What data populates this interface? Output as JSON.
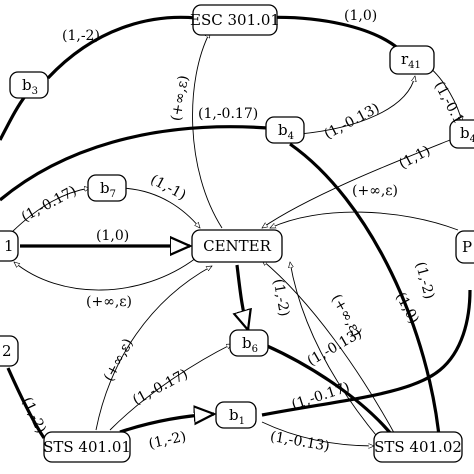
{
  "nodes": {
    "esc30101": "ESC 301.01",
    "b3": {
      "base": "b",
      "sub": "3"
    },
    "r41": {
      "base": "r",
      "sub": "41"
    },
    "b4": {
      "base": "b",
      "sub": "4"
    },
    "b_right_top": {
      "base": "b",
      "sub": "4"
    },
    "b7": {
      "base": "b",
      "sub": "7"
    },
    "left_mid": "1",
    "center": "CENTER",
    "p_right": "P",
    "left_low": "2",
    "b6": {
      "base": "b",
      "sub": "6"
    },
    "b1": {
      "base": "b",
      "sub": "1"
    },
    "sts40101": "STS 401.01",
    "sts40102": "STS 401.02"
  },
  "edge_labels": {
    "b3_esc": "(1,-2)",
    "esc_r41": "(1,0)",
    "r41_right": "(1,-0.1",
    "center_esc": "(+∞,ε)",
    "left_b4": "(1,-0.17)",
    "b4_r41": "(1,-0.13)",
    "center_b4r": "(1,1)",
    "left_b7": "(1,-0.17)",
    "b7_center": "(1,-1)",
    "p_center": "(+∞,ε)",
    "left_center": "(1,0)",
    "center_left": "(+∞,ε)",
    "center_b6": "(1,-2)",
    "b4_sts02": "(1,-2)",
    "center_sts02": "(1,0)",
    "sts02_center": "(+∞,ε)",
    "b6_sts02": "(1,-0.13)",
    "sts01_center": "(+∞,ε)",
    "sts01_b6": "(1,-0.17)",
    "b1_p": "(1,-0.17)",
    "left_low_sts01": "(1,-2)",
    "sts01_b1": "(1,-2)",
    "b1_sts02": "(1,-0.13)"
  }
}
